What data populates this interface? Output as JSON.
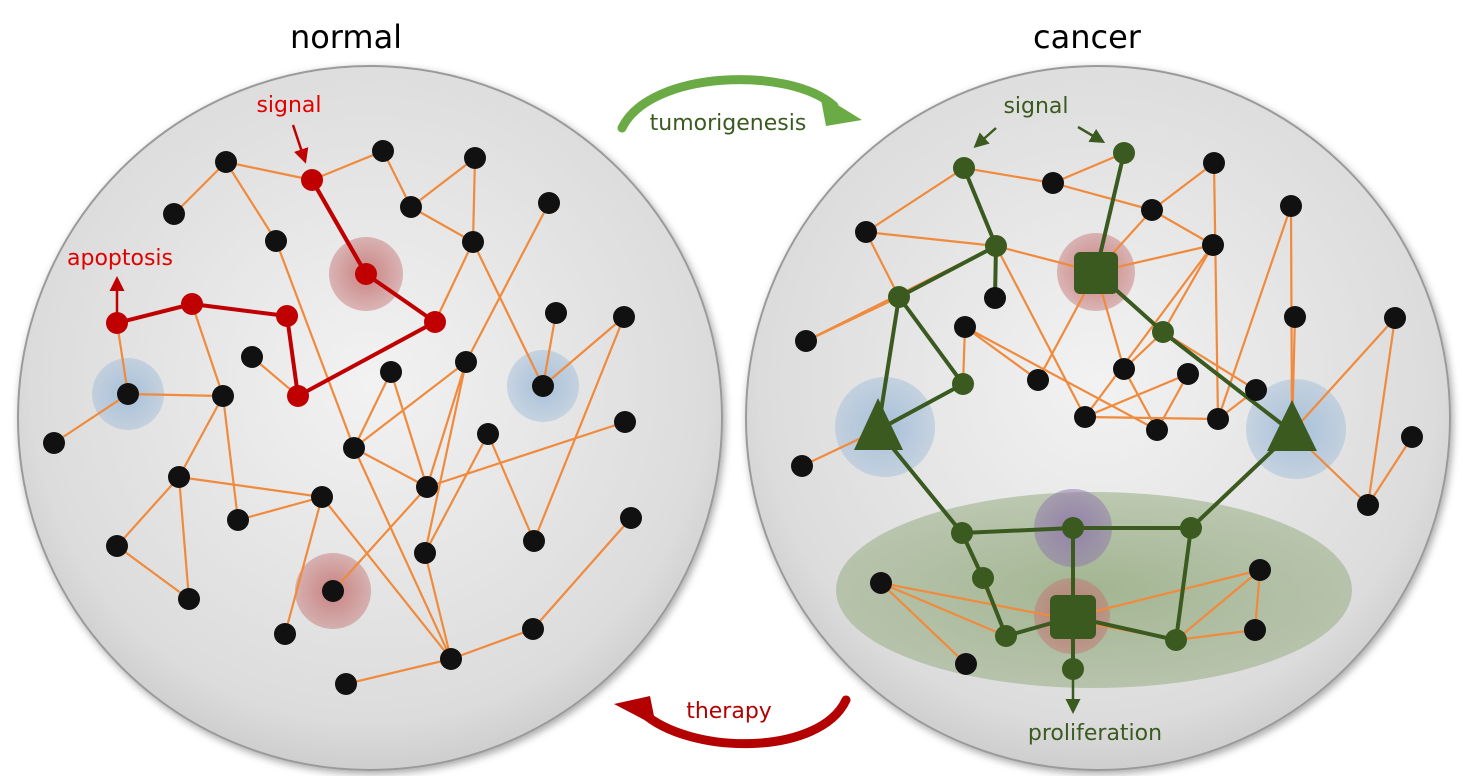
{
  "panels": {
    "normal": {
      "title": "normal",
      "signal_label": "signal",
      "apoptosis_label": "apoptosis"
    },
    "cancer": {
      "title": "cancer",
      "signal_label": "signal",
      "proliferation_label": "proliferation"
    }
  },
  "transitions": {
    "tumorigenesis_label": "tumorigenesis",
    "therapy_label": "therapy"
  },
  "colors": {
    "edge": "#f08a3c",
    "node": "#111111",
    "normal_path": "#c00000",
    "cancer_path": "#3a5a1f",
    "label_red": "#e00000",
    "label_green": "#3a5a1f",
    "halo_red": "#c07070",
    "halo_blue": "#8fb0d0",
    "halo_purple": "#8e7aa8",
    "zone_green": "#9bb08a",
    "arrow_green": "#6aab45",
    "arrow_red": "#b30000"
  }
}
